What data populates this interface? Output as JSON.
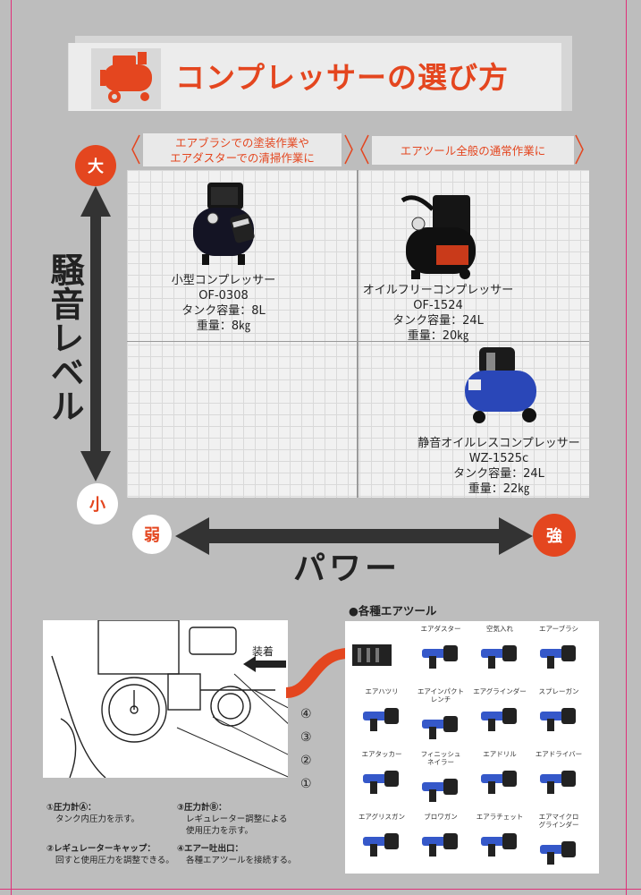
{
  "title": "コンプレッサーの選び方",
  "header": {
    "left_line1": "エアブラシでの塗装作業や",
    "left_line2": "エアダスターでの清掃作業に",
    "right": "エアツール全般の通常作業に"
  },
  "axes": {
    "vertical_label": "騒音レベル",
    "vertical_high": "大",
    "vertical_low": "小",
    "horizontal_label": "パワー",
    "horizontal_low": "弱",
    "horizontal_high": "強"
  },
  "products": [
    {
      "name": "小型コンプレッサー",
      "model": "OF-0308",
      "tank": "タンク容量：8L",
      "weight": "重量：8㎏"
    },
    {
      "name": "オイルフリーコンプレッサー",
      "model": "OF-1524",
      "tank": "タンク容量：24L",
      "weight": "重量：20㎏"
    },
    {
      "name": "静音オイルレスコンプレッサー",
      "model": "WZ-1525c",
      "tank": "タンク容量：24L",
      "weight": "重量：22㎏"
    }
  ],
  "diagram": {
    "attach_label": "装着",
    "markers": [
      "④",
      "③",
      "②",
      "①"
    ]
  },
  "notes": [
    {
      "title": "①圧力計Ⓐ：",
      "text": "タンク内圧力を示す。"
    },
    {
      "title": "③圧力計Ⓑ：",
      "text1": "レギュレーター調整による",
      "text2": "使用圧力を示す。"
    },
    {
      "title": "②レギュレーターキャップ：",
      "text": "回すと使用圧力を調整できる。"
    },
    {
      "title": "④エアー吐出口：",
      "text": "各種エアツールを接続する。"
    }
  ],
  "tools_title": "●各種エアツール",
  "tools": [
    {
      "label": "エアダスター",
      "icon": "air-duster-icon"
    },
    {
      "label": "空気入れ",
      "icon": "tire-inflator-icon"
    },
    {
      "label": "エアーブラシ",
      "icon": "airbrush-icon"
    },
    {
      "label": "エアハツリ",
      "icon": "air-chipping-hammer-icon"
    },
    {
      "label": "エアインパクト\nレンチ",
      "icon": "impact-wrench-icon"
    },
    {
      "label": "エアグラインダー",
      "icon": "air-grinder-icon"
    },
    {
      "label": "スプレーガン",
      "icon": "spray-gun-icon"
    },
    {
      "label": "エアタッカー",
      "icon": "air-tacker-icon"
    },
    {
      "label": "フィニッシュ\nネイラー",
      "icon": "finish-nailer-icon"
    },
    {
      "label": "エアドリル",
      "icon": "air-drill-icon"
    },
    {
      "label": "エアドライバー",
      "icon": "air-screwdriver-icon"
    },
    {
      "label": "エアグリスガン",
      "icon": "grease-gun-icon"
    },
    {
      "label": "ブロワガン",
      "icon": "blow-gun-icon"
    },
    {
      "label": "エアラチェット",
      "icon": "air-ratchet-icon"
    },
    {
      "label": "エアマイクロ\nグラインダー",
      "icon": "micro-grinder-icon"
    }
  ],
  "colors": {
    "accent": "#e4461f",
    "background": "#bdbdbd"
  }
}
